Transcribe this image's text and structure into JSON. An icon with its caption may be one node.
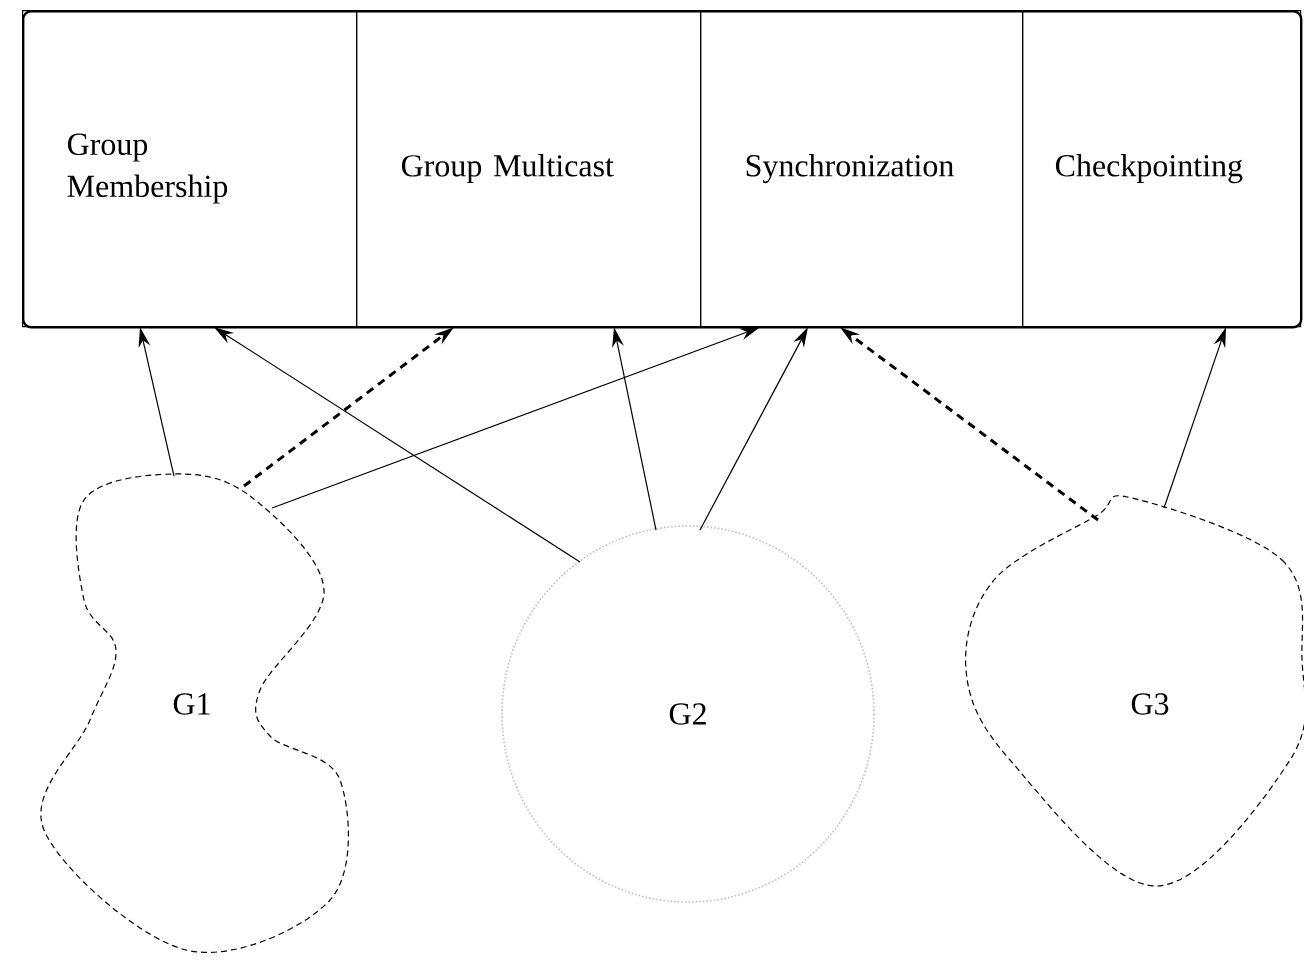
{
  "diagram": {
    "nodes": [
      {
        "text": [],
        "shape": "box"
      },
      {
        "text": [
          "Group Membership"
        ],
        "in": 0
      },
      {
        "text": [
          "Group Multicast"
        ],
        "in": 0
      },
      {
        "text": [
          "Synchronization"
        ],
        "in": 0
      },
      {
        "text": [
          "Checkpointing"
        ],
        "in": 0
      },
      {
        "text": [
          "G1"
        ]
      },
      {
        "text": [
          "G2"
        ]
      },
      {
        "text": [
          "G3"
        ]
      }
    ],
    "edges": [
      {
        "from": 5,
        "to": 1,
        "arrow": "to"
      },
      {
        "from": 5,
        "to": 2,
        "arrow": "to",
        "style": "dashed"
      },
      {
        "from": 5,
        "to": 3,
        "arrow": "to"
      },
      {
        "from": 6,
        "to": 1,
        "arrow": "to"
      },
      {
        "from": 6,
        "to": 2,
        "arrow": "to"
      },
      {
        "from": 6,
        "to": 3,
        "arrow": "to"
      },
      {
        "from": 7,
        "to": 3,
        "arrow": "to",
        "style": "dashed"
      },
      {
        "from": 7,
        "to": 4,
        "arrow": "to"
      }
    ]
  }
}
